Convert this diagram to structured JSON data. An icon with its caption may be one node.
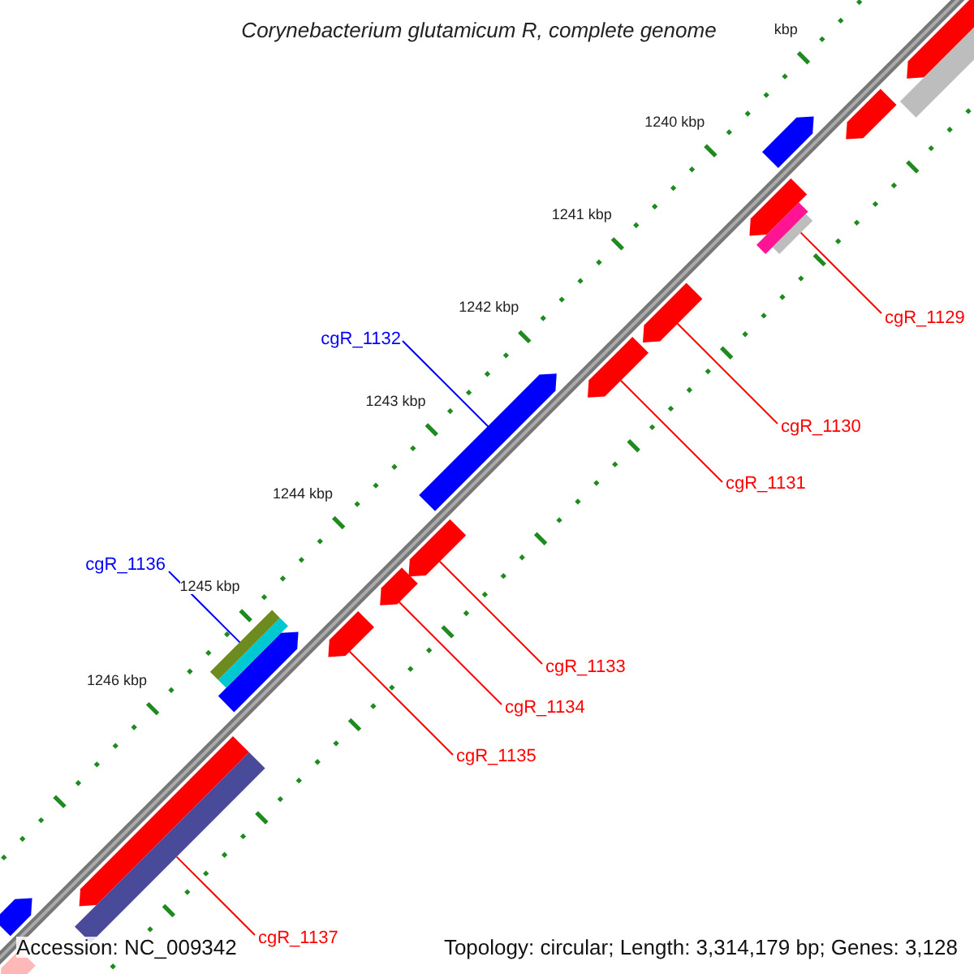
{
  "diagram": {
    "title": "Corynebacterium glutamicum R, complete genome",
    "nodes": [
      {
        "text": [
          "cgR_1129"
        ]
      },
      {
        "text": [
          "cgR_1132"
        ]
      },
      {
        "text": [
          "cgR_1130"
        ]
      },
      {
        "text": [
          "cgR_1131"
        ]
      },
      {
        "text": [
          "cgR_1136"
        ]
      },
      {
        "text": [
          "cgR_1133"
        ]
      },
      {
        "text": [
          "cgR_1134"
        ]
      },
      {
        "text": [
          "cgR_1135"
        ]
      },
      {
        "text": [
          "cgR_1137"
        ]
      },
      {
        "text": [],
        "shape": "arrow"
      },
      {
        "text": [],
        "shape": "bar"
      },
      {
        "text": [],
        "shape": "arrow"
      },
      {
        "text": [],
        "shape": "arrow"
      },
      {
        "text": [],
        "shape": "arrow"
      },
      {
        "text": [],
        "shape": "bar"
      },
      {
        "text": [],
        "shape": "bar"
      },
      {
        "text": [],
        "shape": "arrow"
      },
      {
        "text": [],
        "shape": "arrow"
      },
      {
        "text": [],
        "shape": "arrow"
      },
      {
        "text": [],
        "shape": "arrow"
      },
      {
        "text": [],
        "shape": "arrow"
      },
      {
        "text": [],
        "shape": "bar"
      },
      {
        "text": [],
        "shape": "arrow"
      },
      {
        "text": [],
        "shape": "bar"
      },
      {
        "text": [],
        "shape": "arrow"
      },
      {
        "text": [],
        "shape": "arrow"
      },
      {
        "text": [],
        "shape": "bar"
      },
      {
        "text": [],
        "shape": "arrow"
      },
      {
        "text": [],
        "shape": "arrow"
      }
    ],
    "edges": [
      {
        "from": 0,
        "to": 15,
        "arrow": "none"
      },
      {
        "from": 1,
        "to": 18,
        "arrow": "none",
        "color": "#0000ff"
      },
      {
        "from": 2,
        "to": 16,
        "arrow": "none"
      },
      {
        "from": 3,
        "to": 17,
        "arrow": "none"
      },
      {
        "from": 4,
        "to": 21,
        "arrow": "none",
        "color": "#0000ff"
      },
      {
        "from": 5,
        "to": 19,
        "arrow": "none"
      },
      {
        "from": 6,
        "to": 20,
        "arrow": "none"
      },
      {
        "from": 7,
        "to": 22,
        "arrow": "none"
      },
      {
        "from": 8,
        "to": 26,
        "arrow": "none"
      }
    ],
    "labels": [
      "kbp",
      "1240 kbp",
      "1241 kbp",
      "1242 kbp",
      "1243 kbp",
      "1244 kbp",
      "1245 kbp",
      "1246 kbp",
      "Accession: NC_009342",
      "Topology: circular; Length: 3,314,179 bp; Genes: 3,128"
    ]
  }
}
